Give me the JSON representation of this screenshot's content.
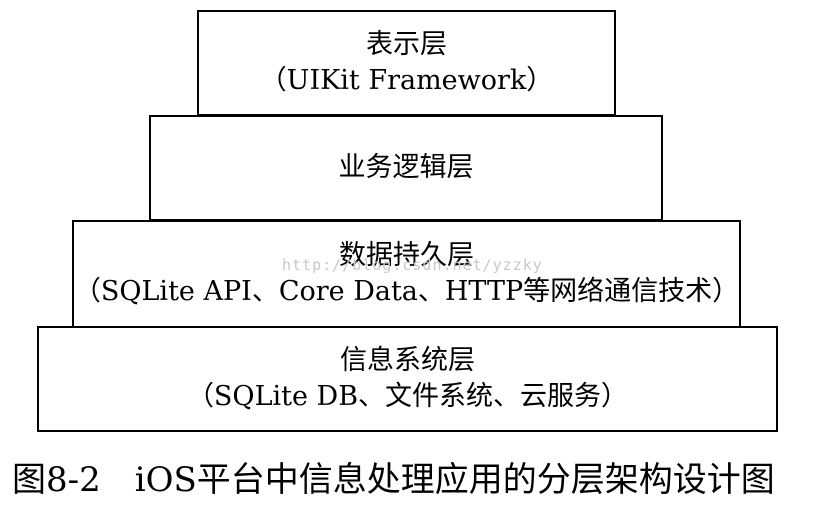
{
  "layers": [
    {
      "title": "表示层",
      "subtitle": "（UIKit Framework）"
    },
    {
      "title": "业务逻辑层",
      "subtitle": ""
    },
    {
      "title": "数据持久层",
      "subtitle": "（SQLite API、Core Data、HTTP等网络通信技术）"
    },
    {
      "title": "信息系统层",
      "subtitle": "（SQLite DB、文件系统、云服务）"
    }
  ],
  "watermark": "http://blog.csdn.net/yzzky",
  "caption": "图8-2　iOS平台中信息处理应用的分层架构设计图"
}
